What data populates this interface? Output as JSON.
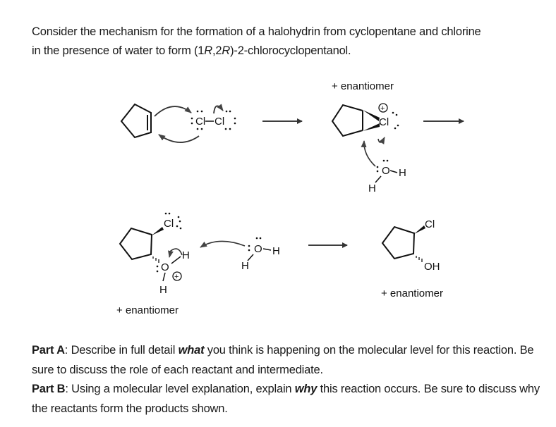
{
  "prompt": {
    "line1": "Consider the mechanism for the formation of a halohydrin from cyclopentane and chlorine",
    "line2_prefix": "in the presence of water to form (1",
    "r1": "R",
    "line2_mid": ",2",
    "r2": "R",
    "line2_suffix": ")-2-chlorocyclopentanol."
  },
  "scheme": {
    "step1": {
      "reactant": "cyclopentene",
      "reagent_atoms": [
        "Cl",
        "Cl"
      ],
      "bond": "Cl–Cl"
    },
    "intermediate1": {
      "label": "+ enantiomer",
      "name": "chloronium ion",
      "charge": "+",
      "atom": "Cl",
      "nucleophile": {
        "o": "O",
        "h1": "H",
        "h2": "H"
      }
    },
    "intermediate2": {
      "label": "+ enantiomer",
      "cl": "Cl",
      "o": "O",
      "h_right": "H",
      "h_bottom": "H",
      "charge": "+",
      "base": {
        "o": "O",
        "h1": "H",
        "h2": "H"
      }
    },
    "product": {
      "label": "+ enantiomer",
      "cl": "Cl",
      "oh": "OH"
    }
  },
  "questions": {
    "partA_label": "Part A",
    "partA_text1": ": Describe in full detail ",
    "partA_emph": "what",
    "partA_text2": " you think is happening on the molecular level for this reaction. Be sure to discuss the role of each reactant and intermediate.",
    "partB_label": "Part B",
    "partB_text1": ": Using a molecular level explanation, explain ",
    "partB_emph": "why",
    "partB_text2": " this reaction occurs. Be sure to discuss why the reactants form the products shown."
  }
}
